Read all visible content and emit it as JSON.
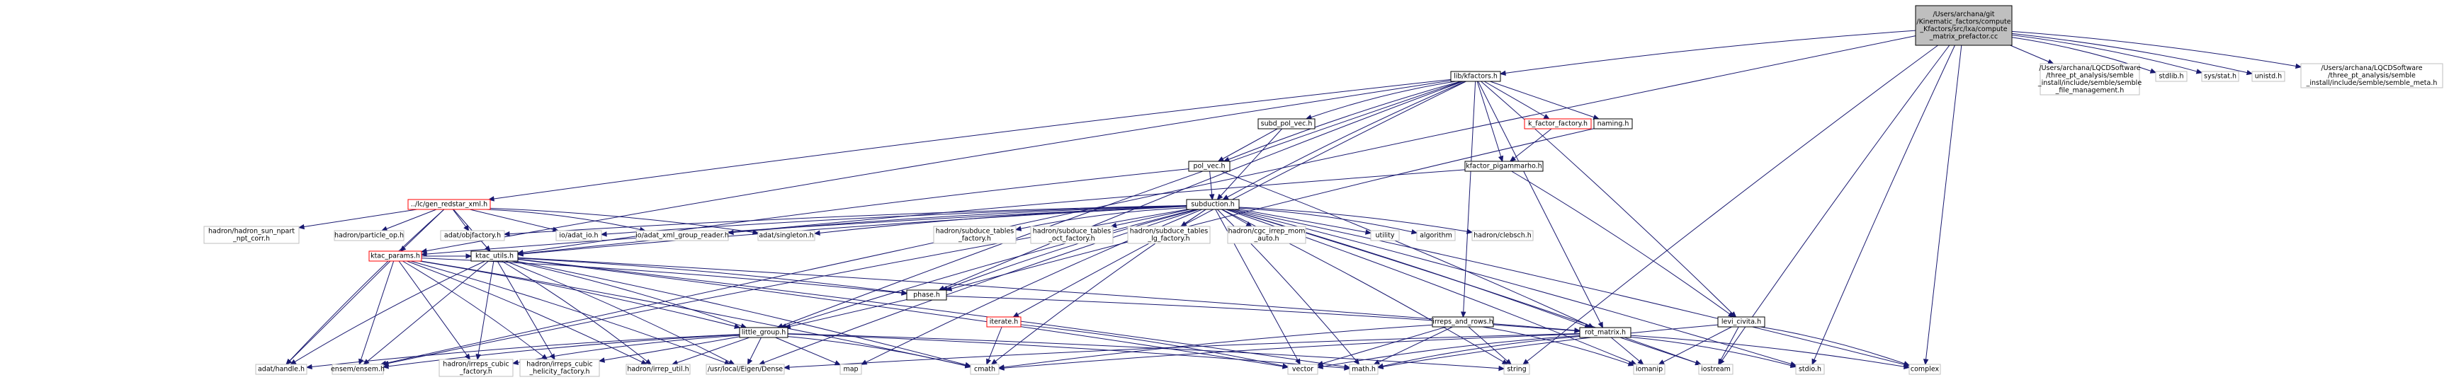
{
  "colors": {
    "edge": "#191970",
    "root_fill": "#bfbfbf",
    "node_border": "#000000",
    "missing_border": "#bfbfbf",
    "undocumented_border": "#ff0000"
  },
  "nodes": [
    {
      "id": "root",
      "lines": [
        "/Users/archana/git",
        "/Kinematic_factors/compute",
        "_Kfactors/src/lxa/compute",
        "_matrix_prefactor.cc"
      ],
      "style": "root"
    },
    {
      "id": "libkfactors",
      "lines": [
        "lib/kfactors.h"
      ],
      "style": "boxed"
    },
    {
      "id": "semble_file",
      "lines": [
        "/Users/archana/LQCDSoftware",
        "/three_pt_analysis/semble",
        "_install/include/semble/semble",
        "_file_management.h"
      ],
      "style": "std"
    },
    {
      "id": "stdlib",
      "lines": [
        "stdlib.h"
      ],
      "style": "std"
    },
    {
      "id": "sysstat",
      "lines": [
        "sys/stat.h"
      ],
      "style": "std"
    },
    {
      "id": "unistd",
      "lines": [
        "unistd.h"
      ],
      "style": "std"
    },
    {
      "id": "semble_meta",
      "lines": [
        "/Users/archana/LQCDSoftware",
        "/three_pt_analysis/semble",
        "_install/include/semble/semble_meta.h"
      ],
      "style": "std"
    },
    {
      "id": "subdpolvec",
      "lines": [
        "subd_pol_vec.h"
      ],
      "style": "boxed"
    },
    {
      "id": "kfactor",
      "lines": [
        "k_factor_factory.h"
      ],
      "style": "red"
    },
    {
      "id": "naming",
      "lines": [
        "naming.h"
      ],
      "style": "boxed"
    },
    {
      "id": "polvec",
      "lines": [
        "pol_vec.h"
      ],
      "style": "boxed"
    },
    {
      "id": "kfactorpi",
      "lines": [
        "kfactor_pigammarho.h"
      ],
      "style": "boxed"
    },
    {
      "id": "redstar",
      "lines": [
        "../lc/gen_redstar_xml.h"
      ],
      "style": "red"
    },
    {
      "id": "subduction",
      "lines": [
        "subduction.h"
      ],
      "style": "boxed"
    },
    {
      "id": "hadronsun",
      "lines": [
        "hadron/hadron_sun_npart",
        "_npt_corr.h"
      ],
      "style": "std"
    },
    {
      "id": "particleop",
      "lines": [
        "hadron/particle_op.h"
      ],
      "style": "std"
    },
    {
      "id": "objfactory",
      "lines": [
        "adat/objfactory.h"
      ],
      "style": "std"
    },
    {
      "id": "ktacparams",
      "lines": [
        "ktac_params.h"
      ],
      "style": "red"
    },
    {
      "id": "ktacutils",
      "lines": [
        "ktac_utils.h"
      ],
      "style": "boxed"
    },
    {
      "id": "adatio",
      "lines": [
        "io/adat_io.h"
      ],
      "style": "std"
    },
    {
      "id": "xmlgroup",
      "lines": [
        "io/adat_xml_group_reader.h"
      ],
      "style": "std"
    },
    {
      "id": "singleton",
      "lines": [
        "adat/singleton.h"
      ],
      "style": "std"
    },
    {
      "id": "subtabfact",
      "lines": [
        "hadron/subduce_tables",
        "_factory.h"
      ],
      "style": "std"
    },
    {
      "id": "subtaboct",
      "lines": [
        "hadron/subduce_tables",
        "_oct_factory.h"
      ],
      "style": "std"
    },
    {
      "id": "subtablg",
      "lines": [
        "hadron/subduce_tables",
        "_lg_factory.h"
      ],
      "style": "std"
    },
    {
      "id": "cgsirrep",
      "lines": [
        "hadron/cgc_irrep_mom",
        "_auto.h"
      ],
      "style": "std"
    },
    {
      "id": "utility",
      "lines": [
        "utility"
      ],
      "style": "std"
    },
    {
      "id": "algorithm",
      "lines": [
        "algorithm"
      ],
      "style": "std"
    },
    {
      "id": "clebsch",
      "lines": [
        "hadron/clebsch.h"
      ],
      "style": "std"
    },
    {
      "id": "phase",
      "lines": [
        "phase.h"
      ],
      "style": "boxed"
    },
    {
      "id": "iterates",
      "lines": [
        "iterate.h"
      ],
      "style": "red"
    },
    {
      "id": "irrepsrows",
      "lines": [
        "irreps_and_rows.h"
      ],
      "style": "boxed"
    },
    {
      "id": "levicivita",
      "lines": [
        "levi_civita.h"
      ],
      "style": "boxed"
    },
    {
      "id": "littlegroup",
      "lines": [
        "little_group.h"
      ],
      "style": "boxed"
    },
    {
      "id": "rotmatrix",
      "lines": [
        "rot_matrix.h"
      ],
      "style": "boxed"
    },
    {
      "id": "handle",
      "lines": [
        "adat/handle.h"
      ],
      "style": "std"
    },
    {
      "id": "ensem",
      "lines": [
        "ensem/ensem.h"
      ],
      "style": "std"
    },
    {
      "id": "irrepscubic",
      "lines": [
        "hadron/irreps_cubic",
        "_factory.h"
      ],
      "style": "std"
    },
    {
      "id": "irrepshel",
      "lines": [
        "hadron/irreps_cubic",
        "_helicity_factory.h"
      ],
      "style": "std"
    },
    {
      "id": "irreputil",
      "lines": [
        "hadron/irrep_util.h"
      ],
      "style": "std"
    },
    {
      "id": "eigen",
      "lines": [
        "/usr/local/Eigen/Dense"
      ],
      "style": "std"
    },
    {
      "id": "cmath",
      "lines": [
        "cmath"
      ],
      "style": "std"
    },
    {
      "id": "map",
      "lines": [
        "map"
      ],
      "style": "std"
    },
    {
      "id": "vector",
      "lines": [
        "vector"
      ],
      "style": "std"
    },
    {
      "id": "mathh",
      "lines": [
        "math.h"
      ],
      "style": "std"
    },
    {
      "id": "string",
      "lines": [
        "string"
      ],
      "style": "std"
    },
    {
      "id": "iomanip",
      "lines": [
        "iomanip"
      ],
      "style": "std"
    },
    {
      "id": "iostream",
      "lines": [
        "iostream"
      ],
      "style": "std"
    },
    {
      "id": "stdioh",
      "lines": [
        "stdio.h"
      ],
      "style": "std"
    },
    {
      "id": "complex",
      "lines": [
        "complex"
      ],
      "style": "std"
    }
  ],
  "edges": [
    [
      "root",
      "libkfactors"
    ],
    [
      "root",
      "semble_file"
    ],
    [
      "root",
      "stdlib"
    ],
    [
      "root",
      "sysstat"
    ],
    [
      "root",
      "unistd"
    ],
    [
      "root",
      "semble_meta"
    ],
    [
      "root",
      "ensem"
    ],
    [
      "root",
      "iostream"
    ],
    [
      "root",
      "stdioh"
    ],
    [
      "root",
      "complex"
    ],
    [
      "root",
      "string"
    ],
    [
      "libkfactors",
      "subdpolvec"
    ],
    [
      "libkfactors",
      "kfactor"
    ],
    [
      "libkfactors",
      "naming"
    ],
    [
      "libkfactors",
      "polvec"
    ],
    [
      "libkfactors",
      "kfactorpi"
    ],
    [
      "libkfactors",
      "redstar"
    ],
    [
      "libkfactors",
      "subduction"
    ],
    [
      "libkfactors",
      "ktacparams"
    ],
    [
      "libkfactors",
      "phase"
    ],
    [
      "libkfactors",
      "levicivita"
    ],
    [
      "libkfactors",
      "irrepsrows"
    ],
    [
      "libkfactors",
      "rotmatrix"
    ],
    [
      "libkfactors",
      "littlegroup"
    ],
    [
      "libkfactors",
      "iterates"
    ],
    [
      "subdpolvec",
      "polvec"
    ],
    [
      "subdpolvec",
      "subduction"
    ],
    [
      "kfactor",
      "kfactorpi"
    ],
    [
      "naming",
      "phase"
    ],
    [
      "polvec",
      "subduction"
    ],
    [
      "polvec",
      "ktacutils"
    ],
    [
      "polvec",
      "rotmatrix"
    ],
    [
      "kfactorpi",
      "ktacutils"
    ],
    [
      "kfactorpi",
      "levicivita"
    ],
    [
      "redstar",
      "hadronsun"
    ],
    [
      "redstar",
      "particleop"
    ],
    [
      "redstar",
      "objfactory"
    ],
    [
      "redstar",
      "ktacparams"
    ],
    [
      "redstar",
      "ktacutils"
    ],
    [
      "redstar",
      "adatio"
    ],
    [
      "redstar",
      "xmlgroup"
    ],
    [
      "redstar",
      "singleton"
    ],
    [
      "redstar",
      "handle"
    ],
    [
      "subduction",
      "ktacutils"
    ],
    [
      "subduction",
      "adatio"
    ],
    [
      "subduction",
      "xmlgroup"
    ],
    [
      "subduction",
      "singleton"
    ],
    [
      "subduction",
      "objfactory"
    ],
    [
      "subduction",
      "ktacparams"
    ],
    [
      "subduction",
      "subtabfact"
    ],
    [
      "subduction",
      "subtaboct"
    ],
    [
      "subduction",
      "subtablg"
    ],
    [
      "subduction",
      "cgsirrep"
    ],
    [
      "subduction",
      "utility"
    ],
    [
      "subduction",
      "algorithm"
    ],
    [
      "subduction",
      "clebsch"
    ],
    [
      "subduction",
      "phase"
    ],
    [
      "subduction",
      "littlegroup"
    ],
    [
      "subduction",
      "rotmatrix"
    ],
    [
      "subduction",
      "eigen"
    ],
    [
      "subduction",
      "ensem"
    ],
    [
      "subduction",
      "cmath"
    ],
    [
      "subduction",
      "map"
    ],
    [
      "subduction",
      "vector"
    ],
    [
      "subduction",
      "mathh"
    ],
    [
      "subduction",
      "string"
    ],
    [
      "subduction",
      "iomanip"
    ],
    [
      "subduction",
      "iostream"
    ],
    [
      "subduction",
      "stdioh"
    ],
    [
      "subduction",
      "complex"
    ],
    [
      "ktacparams",
      "ktacutils"
    ],
    [
      "ktacparams",
      "handle"
    ],
    [
      "ktacparams",
      "ensem"
    ],
    [
      "ktacparams",
      "irrepscubic"
    ],
    [
      "ktacparams",
      "irrepshel"
    ],
    [
      "ktacparams",
      "irreputil"
    ],
    [
      "ktacparams",
      "eigen"
    ],
    [
      "ktacparams",
      "phase"
    ],
    [
      "ktacparams",
      "littlegroup"
    ],
    [
      "ktacparams",
      "cmath"
    ],
    [
      "ktacutils",
      "phase"
    ],
    [
      "ktacutils",
      "littlegroup"
    ],
    [
      "ktacutils",
      "rotmatrix"
    ],
    [
      "ktacutils",
      "handle"
    ],
    [
      "ktacutils",
      "ensem"
    ],
    [
      "ktacutils",
      "irrepscubic"
    ],
    [
      "ktacutils",
      "irrepshel"
    ],
    [
      "ktacutils",
      "irreputil"
    ],
    [
      "ktacutils",
      "eigen"
    ],
    [
      "ktacutils",
      "cmath"
    ],
    [
      "ktacutils",
      "vector"
    ],
    [
      "ktacutils",
      "mathh"
    ],
    [
      "phase",
      "littlegroup"
    ],
    [
      "phase",
      "rotmatrix"
    ],
    [
      "iterates",
      "cmath"
    ],
    [
      "iterates",
      "vector"
    ],
    [
      "irrepsrows",
      "cmath"
    ],
    [
      "irrepsrows",
      "vector"
    ],
    [
      "irrepsrows",
      "mathh"
    ],
    [
      "irrepsrows",
      "string"
    ],
    [
      "irrepsrows",
      "iomanip"
    ],
    [
      "levicivita",
      "iostream"
    ],
    [
      "levicivita",
      "iomanip"
    ],
    [
      "levicivita",
      "complex"
    ],
    [
      "levicivita",
      "mathh"
    ],
    [
      "littlegroup",
      "handle"
    ],
    [
      "littlegroup",
      "ensem"
    ],
    [
      "littlegroup",
      "irrepscubic"
    ],
    [
      "littlegroup",
      "irrepshel"
    ],
    [
      "littlegroup",
      "irreputil"
    ],
    [
      "littlegroup",
      "eigen"
    ],
    [
      "littlegroup",
      "cmath"
    ],
    [
      "littlegroup",
      "map"
    ],
    [
      "littlegroup",
      "mathh"
    ],
    [
      "littlegroup",
      "string"
    ],
    [
      "rotmatrix",
      "eigen"
    ],
    [
      "rotmatrix",
      "cmath"
    ],
    [
      "rotmatrix",
      "vector"
    ],
    [
      "rotmatrix",
      "mathh"
    ],
    [
      "rotmatrix",
      "iomanip"
    ],
    [
      "rotmatrix",
      "iostream"
    ],
    [
      "rotmatrix",
      "stdioh"
    ],
    [
      "rotmatrix",
      "complex"
    ]
  ]
}
